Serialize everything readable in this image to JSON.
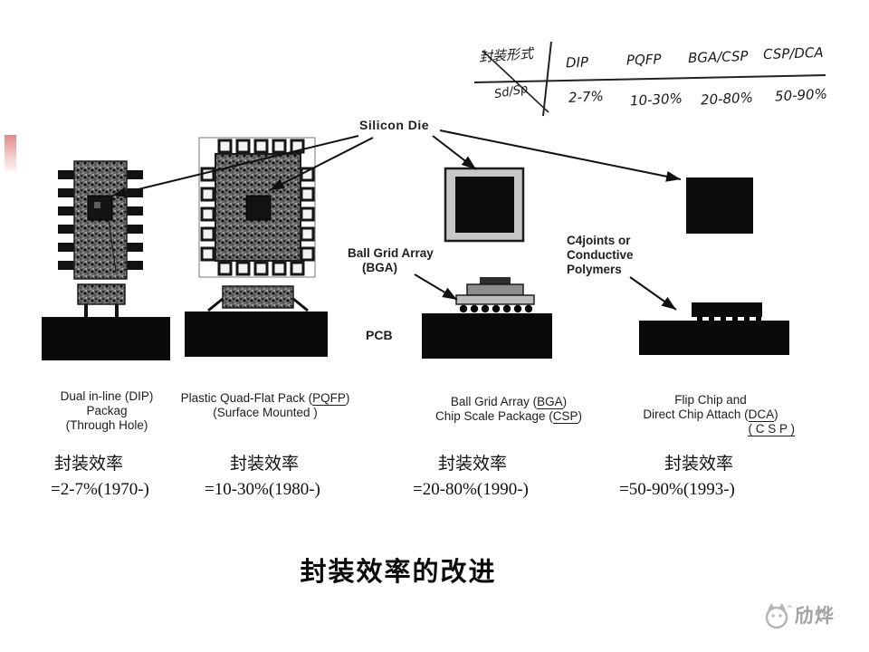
{
  "table": {
    "corner_top": "封装形式",
    "corner_bottom": "Sd/Sp",
    "columns": [
      "DIP",
      "PQFP",
      "BGA/CSP",
      "CSP/DCA"
    ],
    "values": [
      "2-7%",
      "10-30%",
      "20-80%",
      "50-90%"
    ]
  },
  "labels": {
    "silicon_die": "Silicon Die",
    "bga_line1": "Ball Grid Array",
    "bga_line2": "(BGA)",
    "pcb": "PCB",
    "c4_line1": "C4joints or",
    "c4_line2": "Conductive",
    "c4_line3": "Polymers"
  },
  "captions": [
    {
      "line1": "Dual in-line (DIP)",
      "line2": "Packag",
      "line3": "(Through Hole)"
    },
    {
      "line1_pre": "Plastic Quad-Flat Pack (",
      "line1_u": "PQFP",
      "line1_post": ")",
      "line2": "(Surface Mounted )"
    },
    {
      "line1_pre": "Ball Grid Array (",
      "line1_u": "BGA",
      "line1_post": ")",
      "line2_pre": "Chip Scale Package (",
      "line2_u": "CSP",
      "line2_post": ")"
    },
    {
      "line1": "Flip Chip and",
      "line2_pre": "Direct Chip Attach (",
      "line2_u": "DCA",
      "line2_post": ")",
      "line3": "( C S P )"
    }
  ],
  "efficiency": [
    {
      "label": "封装效率",
      "value": "=2-7%(1970-)"
    },
    {
      "label": "封装效率",
      "value": "=10-30%(1980-)"
    },
    {
      "label": "封装效率",
      "value": "=20-80%(1990-)"
    },
    {
      "label": "封装效率",
      "value": "=50-90%(1993-)"
    }
  ],
  "title": "封装效率的改进",
  "watermark": {
    "text": "劤烨"
  },
  "colors": {
    "accent_red": "#e08a8a",
    "ink": "#1a1a1a",
    "watermark_gray": "#a2a2a2"
  }
}
